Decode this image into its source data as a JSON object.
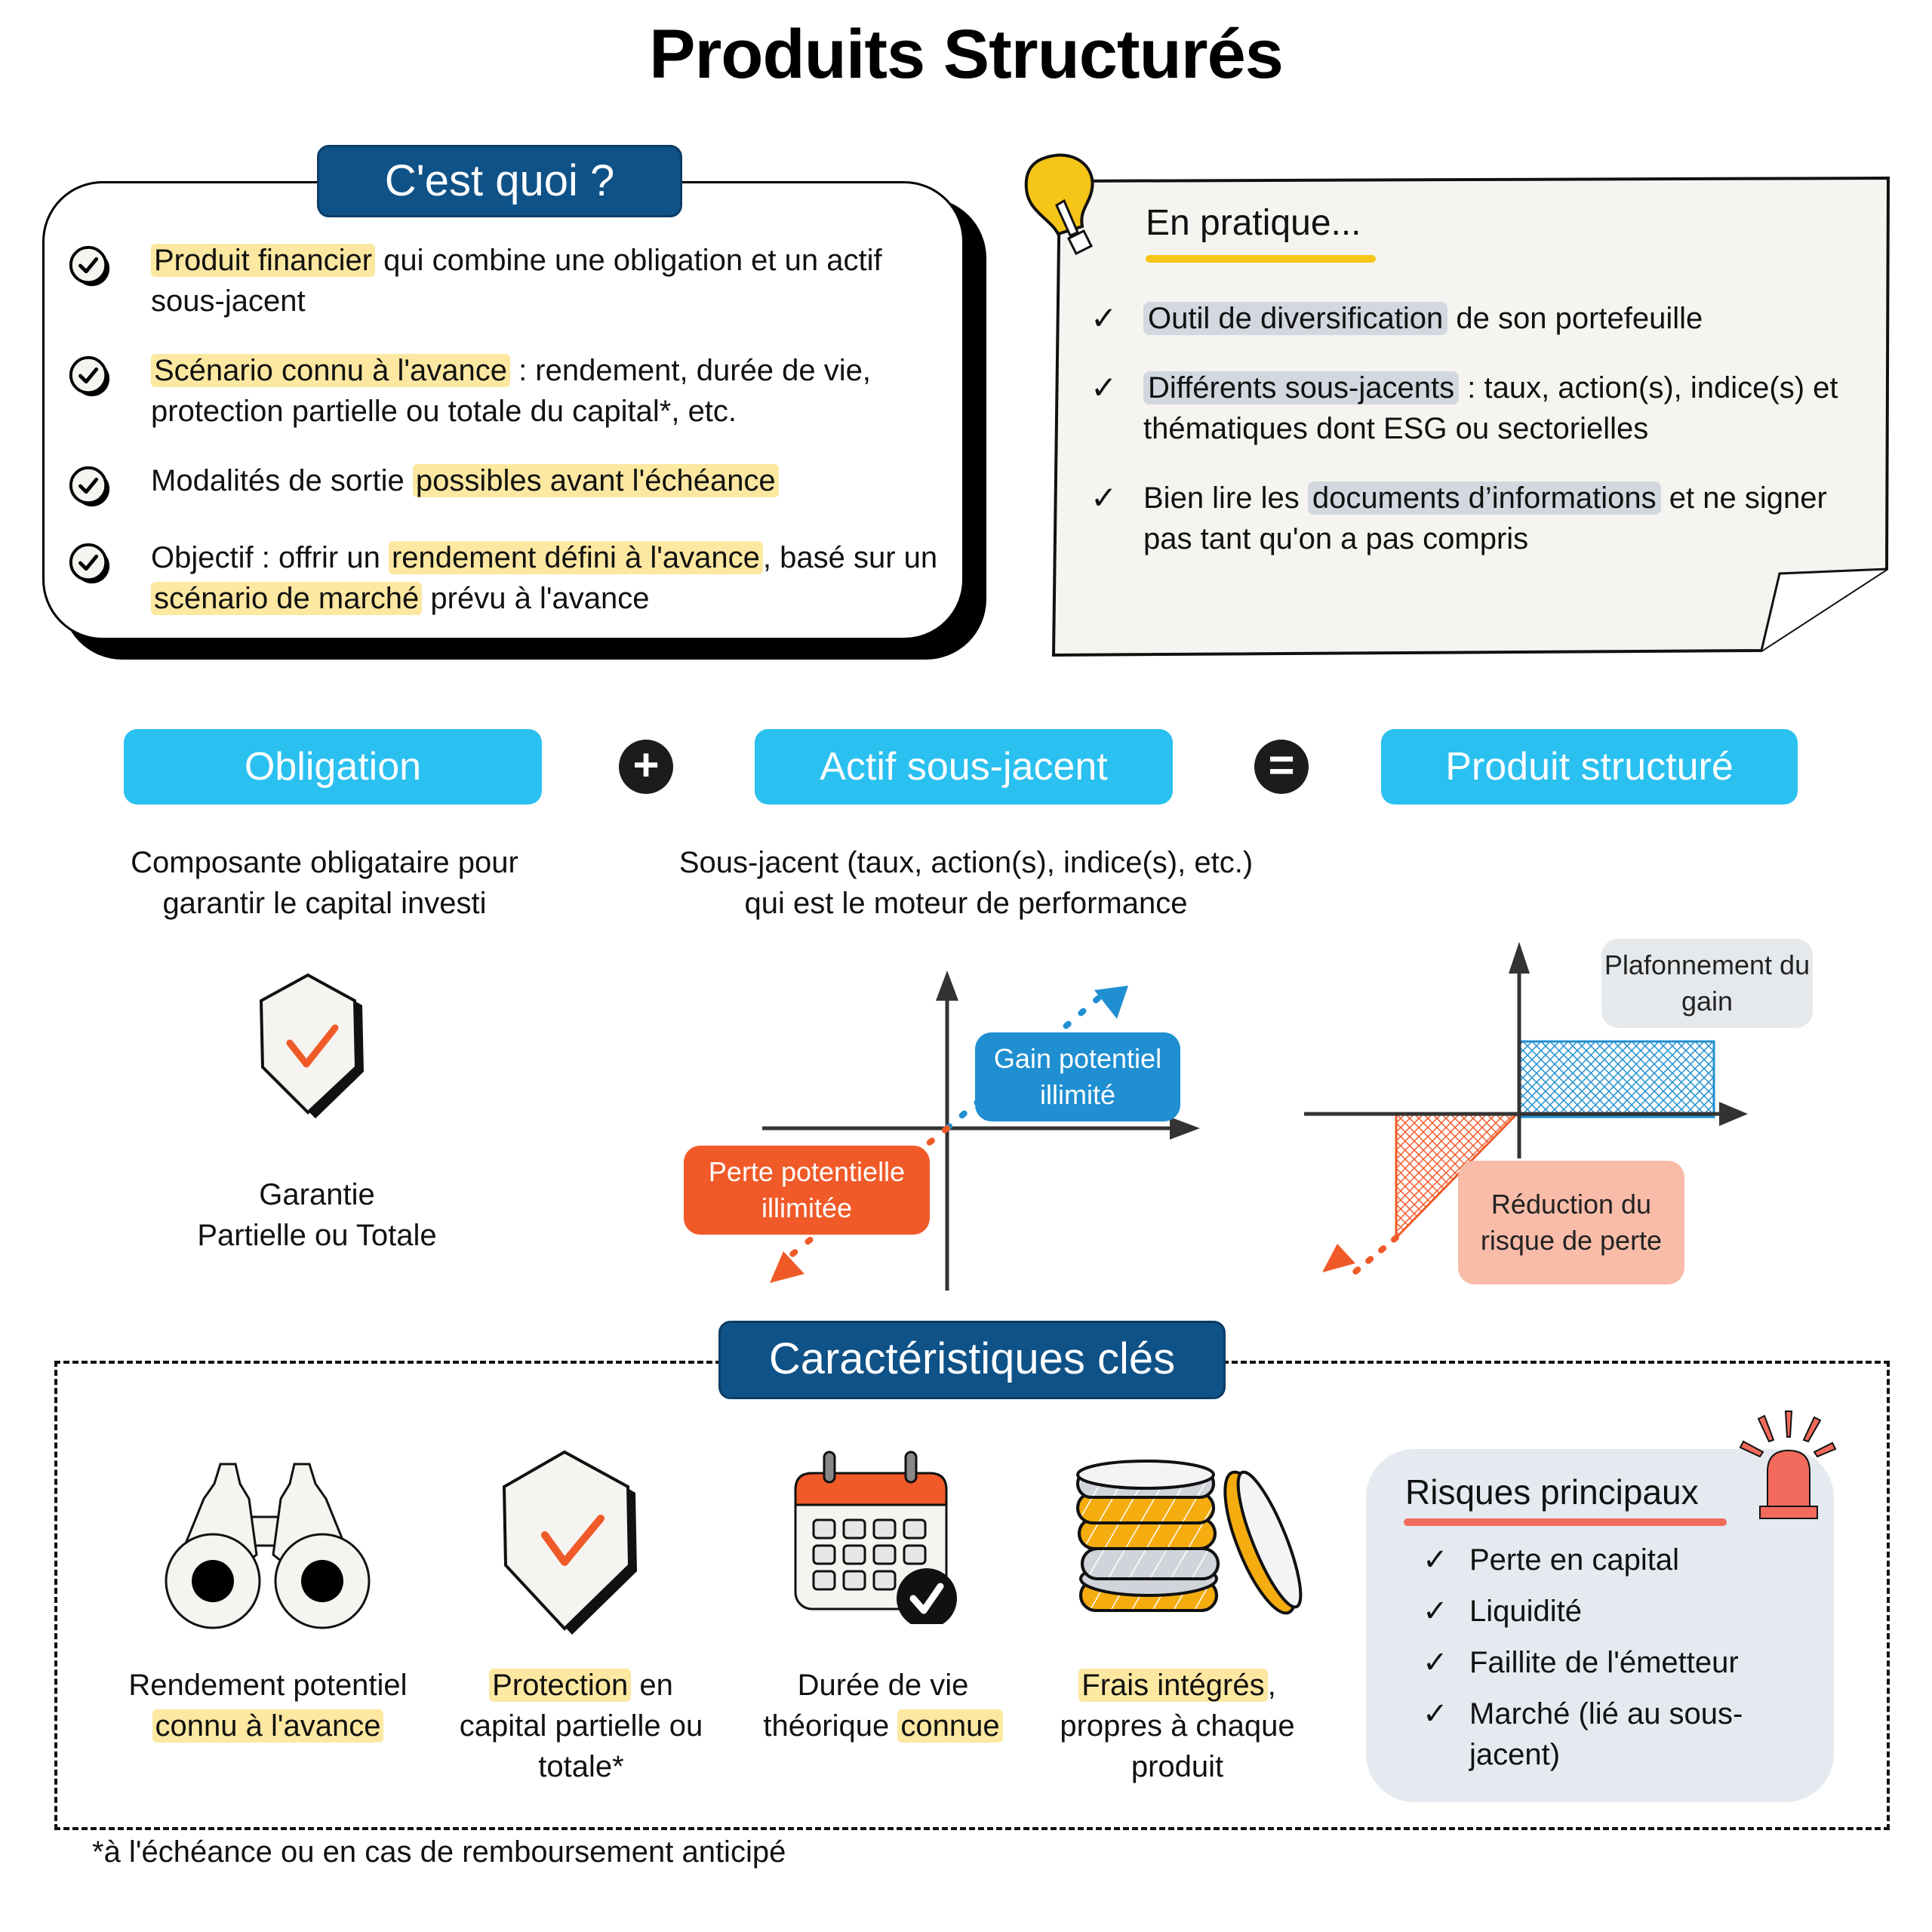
{
  "title": "Produits Structurés",
  "quoi": {
    "heading": "C'est quoi ?",
    "items": [
      {
        "parts": [
          {
            "t": "Produit financier",
            "hl": true
          },
          {
            "t": " qui combine une obligation et un actif sous-jacent",
            "hl": false
          }
        ]
      },
      {
        "parts": [
          {
            "t": "Scénario connu à l'avance",
            "hl": true
          },
          {
            "t": " : rendement, durée de vie, protection partielle ou totale du capital*, etc.",
            "hl": false
          }
        ]
      },
      {
        "parts": [
          {
            "t": "Modalités de sortie ",
            "hl": false
          },
          {
            "t": "possibles avant l'échéance",
            "hl": true
          }
        ]
      },
      {
        "parts": [
          {
            "t": "Objectif : offrir un ",
            "hl": false
          },
          {
            "t": "rendement défini à l'avance",
            "hl": true
          },
          {
            "t": ", basé sur un ",
            "hl": false
          },
          {
            "t": "scénario de marché",
            "hl": true
          },
          {
            "t": " prévu à l'avance",
            "hl": false
          }
        ]
      }
    ]
  },
  "pratique": {
    "heading": "En pratique...",
    "check_glyph": "✓",
    "items": [
      {
        "parts": [
          {
            "t": "Outil de diversification",
            "hl": true
          },
          {
            "t": " de son portefeuille",
            "hl": false
          }
        ]
      },
      {
        "parts": [
          {
            "t": "Différents sous-jacents",
            "hl": true
          },
          {
            "t": " : taux, action(s), indice(s) et thématiques dont ESG ou sectorielles",
            "hl": false
          }
        ]
      },
      {
        "parts": [
          {
            "t": "Bien lire les ",
            "hl": false
          },
          {
            "t": "documents d’informations",
            "hl": true
          },
          {
            "t": " et ne signer pas tant qu'on a pas compris",
            "hl": false
          }
        ]
      }
    ]
  },
  "formula": {
    "obligation": "Obligation",
    "plus": "+",
    "actif": "Actif sous-jacent",
    "equals": "=",
    "produit": "Produit structuré",
    "obligation_desc": "Composante obligataire pour garantir le capital investi",
    "actif_desc": "Sous-jacent (taux, action(s), indice(s), etc.) qui est le moteur de performance",
    "garantie_line1": "Garantie",
    "garantie_line2": "Partielle ou Totale",
    "gain_tag": "Gain potentiel illimité",
    "perte_tag": "Perte potentielle illimitée",
    "plafond_tag": "Plafonnement du gain",
    "reduction_tag": "Réduction du risque de perte"
  },
  "carac": {
    "heading": "Caractéristiques clés",
    "features": [
      {
        "icon": "binoculars-icon",
        "parts": [
          {
            "t": "Rendement potentiel ",
            "hl": false
          },
          {
            "t": "connu à l'avance",
            "hl": true
          }
        ]
      },
      {
        "icon": "shield-check-icon",
        "parts": [
          {
            "t": "Protection",
            "hl": true
          },
          {
            "t": " en capital partielle ou totale*",
            "hl": false
          }
        ]
      },
      {
        "icon": "calendar-check-icon",
        "parts": [
          {
            "t": "Durée de vie théorique ",
            "hl": false
          },
          {
            "t": "connue",
            "hl": true
          }
        ]
      },
      {
        "icon": "coins-icon",
        "parts": [
          {
            "t": "Frais intégrés",
            "hl": true
          },
          {
            "t": ", propres à chaque produit",
            "hl": false
          }
        ]
      }
    ],
    "risks": {
      "heading": "Risques principaux",
      "check_glyph": "✓",
      "items": [
        "Perte en capital",
        "Liquidité",
        "Faillite de l'émetteur",
        "Marché (lié au sous-jacent)"
      ]
    }
  },
  "footnote": "*à l'échéance ou en cas de remboursement anticipé",
  "colors": {
    "navy": "#0f5287",
    "cyan": "#2ac0f0",
    "highlight_yellow": "#fde8a1",
    "highlight_grey": "#d3d7df",
    "gain_blue": "#1f8fd1",
    "loss_orange": "#f05a28",
    "plafond_grey": "#e6e9ec",
    "reduction_peach": "#f9bca8",
    "risk_red": "#f26a5b",
    "bulb_yellow": "#f5c518",
    "coin_gold": "#f4ac0e"
  }
}
